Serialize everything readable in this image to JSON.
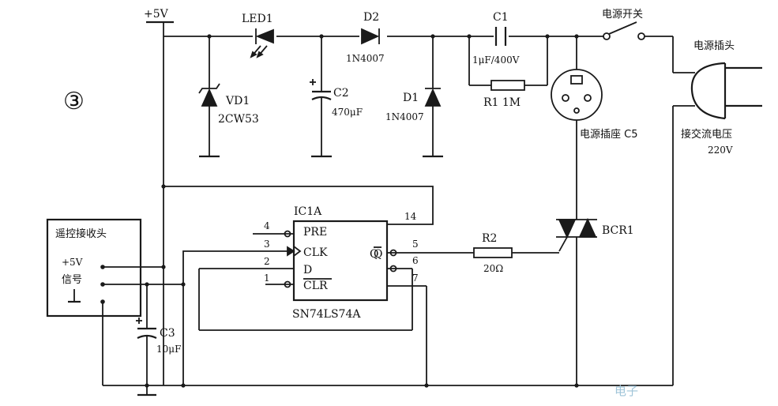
{
  "figure_number": "③",
  "rail_label": "+5V",
  "components": {
    "led1": "LED1",
    "d2_name": "D2",
    "d2_part": "1N4007",
    "c1_name": "C1",
    "c1_value": "1μF/400V",
    "r1": "R1  1M",
    "vd1_name": "VD1",
    "vd1_part": "2CW53",
    "c2_name": "C2",
    "c2_value": "470μF",
    "d1_name": "D1",
    "d1_part": "1N4007",
    "socket": "电源插座 C5",
    "switch": "电源开关",
    "plug": "电源插头",
    "ac_label": "接交流电压",
    "ac_value": "220V",
    "bcr1": "BCR1",
    "r2_name": "R2",
    "r2_value": "20Ω",
    "c3_name": "C3",
    "c3_value": "10μF"
  },
  "ic": {
    "name": "IC1A",
    "part": "SN74LS74A",
    "pins_left": [
      "PRE",
      "CLK",
      "D",
      "CLR"
    ],
    "pins_right": [
      "Q",
      "Q"
    ],
    "pin_numbers": {
      "pre": "4",
      "clk": "3",
      "d": "2",
      "clr": "1",
      "vcc": "14",
      "q": "5",
      "qbar": "6",
      "gnd": "7"
    }
  },
  "receiver": {
    "title": "遥控接收头",
    "vcc_label": "+5V",
    "signal_label": "信号"
  },
  "watermark": "电子"
}
